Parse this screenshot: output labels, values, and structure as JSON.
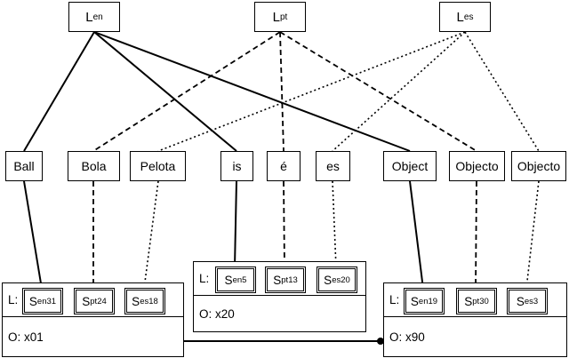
{
  "languages": [
    {
      "base": "L",
      "sub": "en",
      "style": "solid"
    },
    {
      "base": "L",
      "sub": "pt",
      "style": "dashed"
    },
    {
      "base": "L",
      "sub": "es",
      "style": "dotted"
    }
  ],
  "words": [
    "Ball",
    "Bola",
    "Pelota",
    "is",
    "é",
    "es",
    "Object",
    "Objecto",
    "Objecto"
  ],
  "word_language_links": [
    [
      0,
      0
    ],
    [
      0,
      3
    ],
    [
      0,
      6
    ],
    [
      1,
      1
    ],
    [
      1,
      4
    ],
    [
      1,
      7
    ],
    [
      2,
      2
    ],
    [
      2,
      5
    ],
    [
      2,
      8
    ]
  ],
  "entities": [
    {
      "label": "L:",
      "object": "O: x01",
      "senses": [
        {
          "base": "S",
          "sub": "en",
          "sup": "31",
          "word": 0
        },
        {
          "base": "S",
          "sub": "pt",
          "sup": "24",
          "word": 1
        },
        {
          "base": "S",
          "sub": "es",
          "sup": "18",
          "word": 2
        }
      ]
    },
    {
      "label": "L:",
      "object": "O: x20",
      "senses": [
        {
          "base": "S",
          "sub": "en",
          "sup": "5",
          "word": 3
        },
        {
          "base": "S",
          "sub": "pt",
          "sup": "13",
          "word": 4
        },
        {
          "base": "S",
          "sub": "es",
          "sup": "20",
          "word": 5
        }
      ]
    },
    {
      "label": "L:",
      "object": "O: x90",
      "senses": [
        {
          "base": "S",
          "sub": "en",
          "sup": "19",
          "word": 6
        },
        {
          "base": "S",
          "sub": "pt",
          "sup": "30",
          "word": 7
        },
        {
          "base": "S",
          "sub": "es",
          "sup": "3",
          "word": 8
        }
      ]
    }
  ],
  "entity_relation": {
    "from": 0,
    "to": 2
  }
}
